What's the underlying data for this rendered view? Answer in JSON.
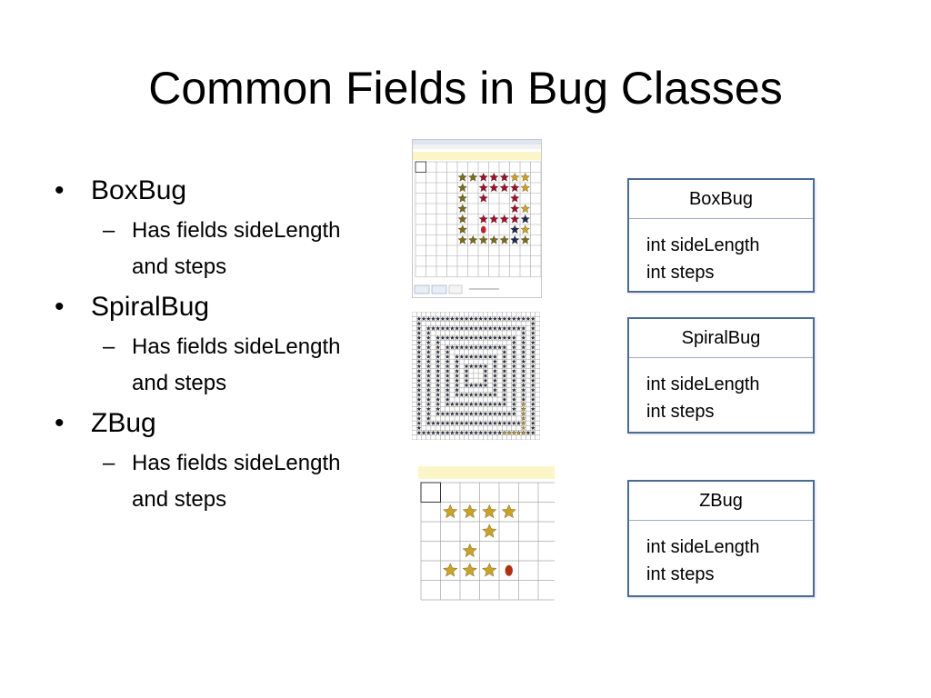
{
  "slide": {
    "title": "Common Fields in Bug Classes"
  },
  "bullets": [
    {
      "label": "BoxBug",
      "sub": [
        "Has fields sideLength",
        "and steps"
      ]
    },
    {
      "label": "SpiralBug",
      "sub": [
        "Has fields sideLength",
        "and steps"
      ]
    },
    {
      "label": "ZBug",
      "sub": [
        "Has fields sideLength",
        "and steps"
      ]
    }
  ],
  "sub_marker": "–",
  "diagrams": [
    {
      "name": "BoxBug",
      "fields": [
        "int sideLength",
        "int steps"
      ]
    },
    {
      "name": "SpiralBug",
      "fields": [
        "int sideLength",
        "int steps"
      ]
    },
    {
      "name": "ZBug",
      "fields": [
        "int sideLength",
        "int steps"
      ]
    }
  ],
  "colors": {
    "uml_border": "#4a6b96",
    "grid_line": "#9a9a9a",
    "star_olive": "#7a6a1e",
    "star_red": "#9b1030",
    "star_gold": "#c9a227",
    "star_navy": "#1e2a55"
  }
}
